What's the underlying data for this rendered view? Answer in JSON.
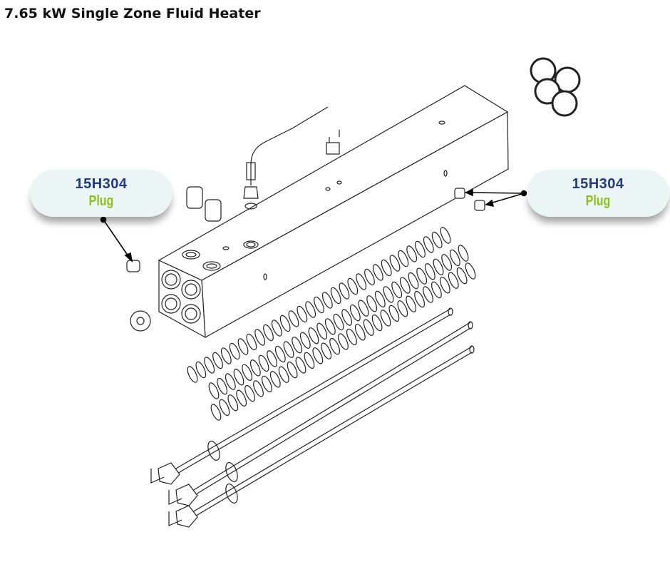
{
  "title": "7.65 kW Single Zone Fluid Heater",
  "callouts": [
    {
      "part_number": "15H304",
      "part_name": "Plug"
    },
    {
      "part_number": "15H304",
      "part_name": "Plug"
    }
  ],
  "colors": {
    "part_number": "#243a7e",
    "part_name": "#8cc21c",
    "pill_bg": "#ebf5f6"
  }
}
